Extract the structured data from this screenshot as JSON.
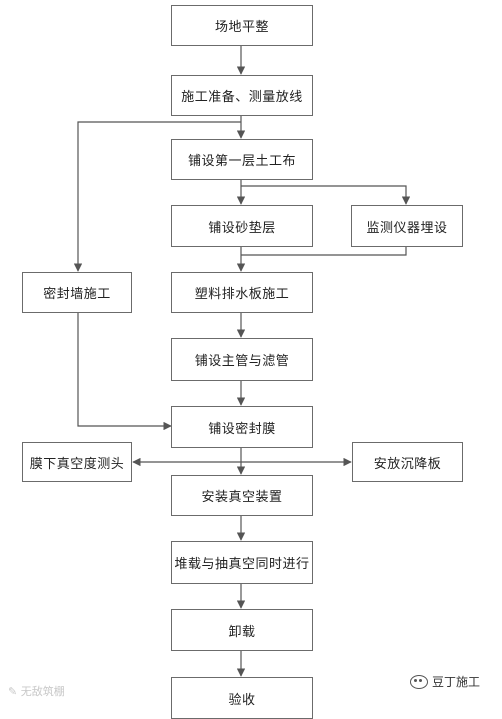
{
  "flowchart": {
    "nodes": [
      {
        "id": "site_leveling",
        "label": "场地平整"
      },
      {
        "id": "prep_survey",
        "label": "施工准备、测量放线"
      },
      {
        "id": "geotextile",
        "label": "铺设第一层土工布"
      },
      {
        "id": "sand_cushion",
        "label": "铺设砂垫层"
      },
      {
        "id": "monitoring",
        "label": "监测仪器埋设"
      },
      {
        "id": "seal_wall",
        "label": "密封墙施工"
      },
      {
        "id": "drain_board",
        "label": "塑料排水板施工"
      },
      {
        "id": "main_pipe",
        "label": "铺设主管与滤管"
      },
      {
        "id": "seal_membrane",
        "label": "铺设密封膜"
      },
      {
        "id": "vacuum_probe",
        "label": "膜下真空度测头"
      },
      {
        "id": "settlement_plate",
        "label": "安放沉降板"
      },
      {
        "id": "vacuum_device",
        "label": "安装真空装置"
      },
      {
        "id": "surcharge_vacuum",
        "label": "堆载与抽真空同时进行"
      },
      {
        "id": "unloading",
        "label": "卸载"
      },
      {
        "id": "acceptance",
        "label": "验收"
      }
    ],
    "edges": [
      {
        "from": "site_leveling",
        "to": "prep_survey"
      },
      {
        "from": "prep_survey",
        "to": "geotextile"
      },
      {
        "from": "prep_survey",
        "to": "seal_wall"
      },
      {
        "from": "geotextile",
        "to": "sand_cushion"
      },
      {
        "from": "geotextile",
        "to": "monitoring"
      },
      {
        "from": "sand_cushion",
        "to": "drain_board"
      },
      {
        "from": "monitoring",
        "to": "drain_board"
      },
      {
        "from": "drain_board",
        "to": "main_pipe"
      },
      {
        "from": "main_pipe",
        "to": "seal_membrane"
      },
      {
        "from": "seal_wall",
        "to": "seal_membrane"
      },
      {
        "from": "seal_membrane",
        "to": "vacuum_probe"
      },
      {
        "from": "seal_membrane",
        "to": "settlement_plate"
      },
      {
        "from": "seal_membrane",
        "to": "vacuum_device"
      },
      {
        "from": "vacuum_device",
        "to": "surcharge_vacuum"
      },
      {
        "from": "surcharge_vacuum",
        "to": "unloading"
      },
      {
        "from": "unloading",
        "to": "acceptance"
      }
    ]
  },
  "watermark_left": "无敌筑棚",
  "brand_label": "豆丁施工",
  "colors": {
    "line": "#555555",
    "border": "#6b6b6b"
  }
}
